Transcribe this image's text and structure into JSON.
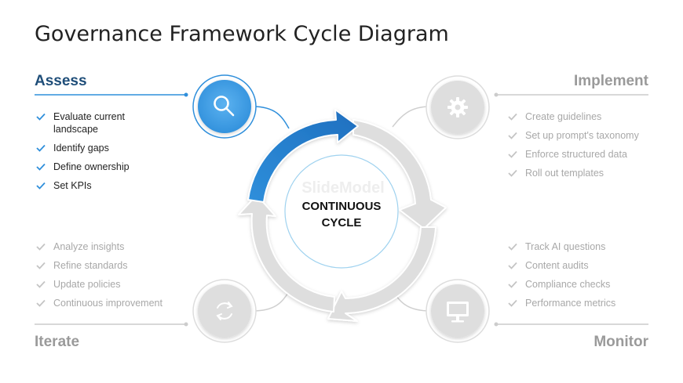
{
  "title": "Governance Framework Cycle Diagram",
  "center_label": [
    "CONTINUOUS",
    "CYCLE"
  ],
  "watermark": "SlideModel",
  "colors": {
    "accent": "#2f8fdb",
    "accent_dark": "#1f4e79",
    "muted": "#d9d9d9",
    "line": "#cccccc"
  },
  "quadrants": {
    "assess": {
      "title": "Assess",
      "icon": "search-icon",
      "items": [
        "Evaluate current landscape",
        "Identify gaps",
        "Define ownership",
        "Set KPIs"
      ]
    },
    "implement": {
      "title": "Implement",
      "icon": "gear-icon",
      "items": [
        "Create guidelines",
        "Set up prompt's taxonomy",
        "Enforce structured data",
        "Roll out templates"
      ]
    },
    "iterate": {
      "title": "Iterate",
      "icon": "refresh-icon",
      "items": [
        "Analyze insights",
        "Refine standards",
        "Update policies",
        "Continuous improvement"
      ]
    },
    "monitor": {
      "title": "Monitor",
      "icon": "monitor-icon",
      "items": [
        "Track AI questions",
        "Content audits",
        "Compliance checks",
        "Performance metrics"
      ]
    }
  }
}
